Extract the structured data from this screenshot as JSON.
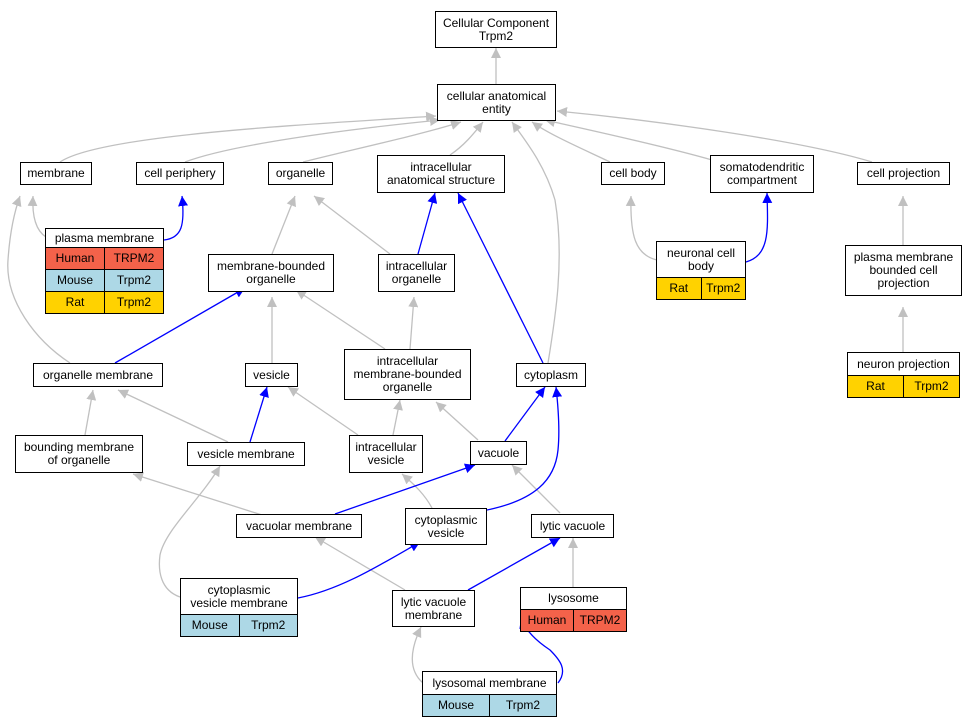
{
  "colors": {
    "gray_edge": "#c0c0c0",
    "blue_edge": "#0000ff",
    "human": "#f4624a",
    "mouse": "#add8e6",
    "rat": "#ffd200"
  },
  "nodes": {
    "root": {
      "line1": "Cellular Component",
      "line2": "Trpm2"
    },
    "cae": {
      "line1": "cellular anatomical",
      "line2": "entity"
    },
    "membrane": {
      "line1": "membrane"
    },
    "cellperiphery": {
      "line1": "cell periphery"
    },
    "organelle": {
      "line1": "organelle"
    },
    "ias": {
      "line1": "intracellular",
      "line2": "anatomical structure"
    },
    "cellbody": {
      "line1": "cell body"
    },
    "somato": {
      "line1": "somatodendritic",
      "line2": "compartment"
    },
    "cellproj": {
      "line1": "cell projection"
    },
    "plasma": {
      "line1": "plasma membrane",
      "rows": [
        [
          "Human",
          "TRPM2"
        ],
        [
          "Mouse",
          "Trpm2"
        ],
        [
          "Rat",
          "Trpm2"
        ]
      ]
    },
    "mbo": {
      "line1": "membrane-bounded",
      "line2": "organelle"
    },
    "intraorg": {
      "line1": "intracellular",
      "line2": "organelle"
    },
    "ncb": {
      "line1": "neuronal cell",
      "line2": "body",
      "rows": [
        [
          "Rat",
          "Trpm2"
        ]
      ]
    },
    "pmbcp": {
      "line1": "plasma membrane",
      "line2": "bounded cell",
      "line3": "projection"
    },
    "orgmem": {
      "line1": "organelle membrane"
    },
    "vesicle": {
      "line1": "vesicle"
    },
    "imbo": {
      "line1": "intracellular",
      "line2": "membrane-bounded",
      "line3": "organelle"
    },
    "cytoplasm": {
      "line1": "cytoplasm"
    },
    "neuronproj": {
      "line1": "neuron projection",
      "rows": [
        [
          "Rat",
          "Trpm2"
        ]
      ]
    },
    "bmo": {
      "line1": "bounding membrane",
      "line2": "of organelle"
    },
    "vesmem": {
      "line1": "vesicle membrane"
    },
    "intraves": {
      "line1": "intracellular",
      "line2": "vesicle"
    },
    "vacuole": {
      "line1": "vacuole"
    },
    "vacmem": {
      "line1": "vacuolar membrane"
    },
    "cytoves": {
      "line1": "cytoplasmic",
      "line2": "vesicle"
    },
    "lytvac": {
      "line1": "lytic vacuole"
    },
    "cvm": {
      "line1": "cytoplasmic",
      "line2": "vesicle membrane",
      "rows": [
        [
          "Mouse",
          "Trpm2"
        ]
      ]
    },
    "lvm": {
      "line1": "lytic vacuole",
      "line2": "membrane"
    },
    "lysosome": {
      "line1": "lysosome",
      "rows": [
        [
          "Human",
          "TRPM2"
        ]
      ]
    },
    "lysmem": {
      "line1": "lysosomal membrane",
      "rows": [
        [
          "Mouse",
          "Trpm2"
        ]
      ]
    }
  }
}
